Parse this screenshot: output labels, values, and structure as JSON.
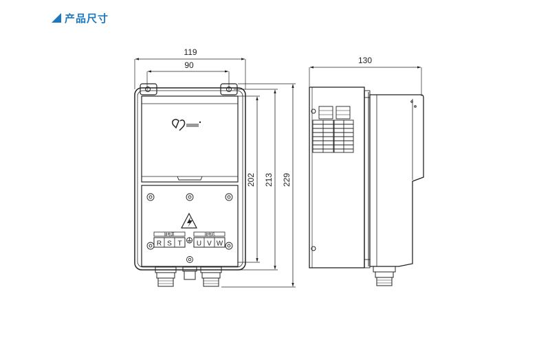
{
  "header": {
    "title": "产品尺寸",
    "accent_color": "#1a78c2",
    "icon": "triangle-marker-icon"
  },
  "front_view": {
    "dims": {
      "width_outer": "119",
      "width_holes": "90",
      "height_202": "202",
      "height_213": "213",
      "height_229": "229"
    },
    "logo": "logo-mark",
    "terminal_labels": {
      "input_group": "接电源",
      "output_group": "接电机",
      "terminals": [
        "R",
        "S",
        "T",
        "U",
        "V",
        "W"
      ]
    }
  },
  "side_view": {
    "dims": {
      "depth": "130"
    }
  }
}
